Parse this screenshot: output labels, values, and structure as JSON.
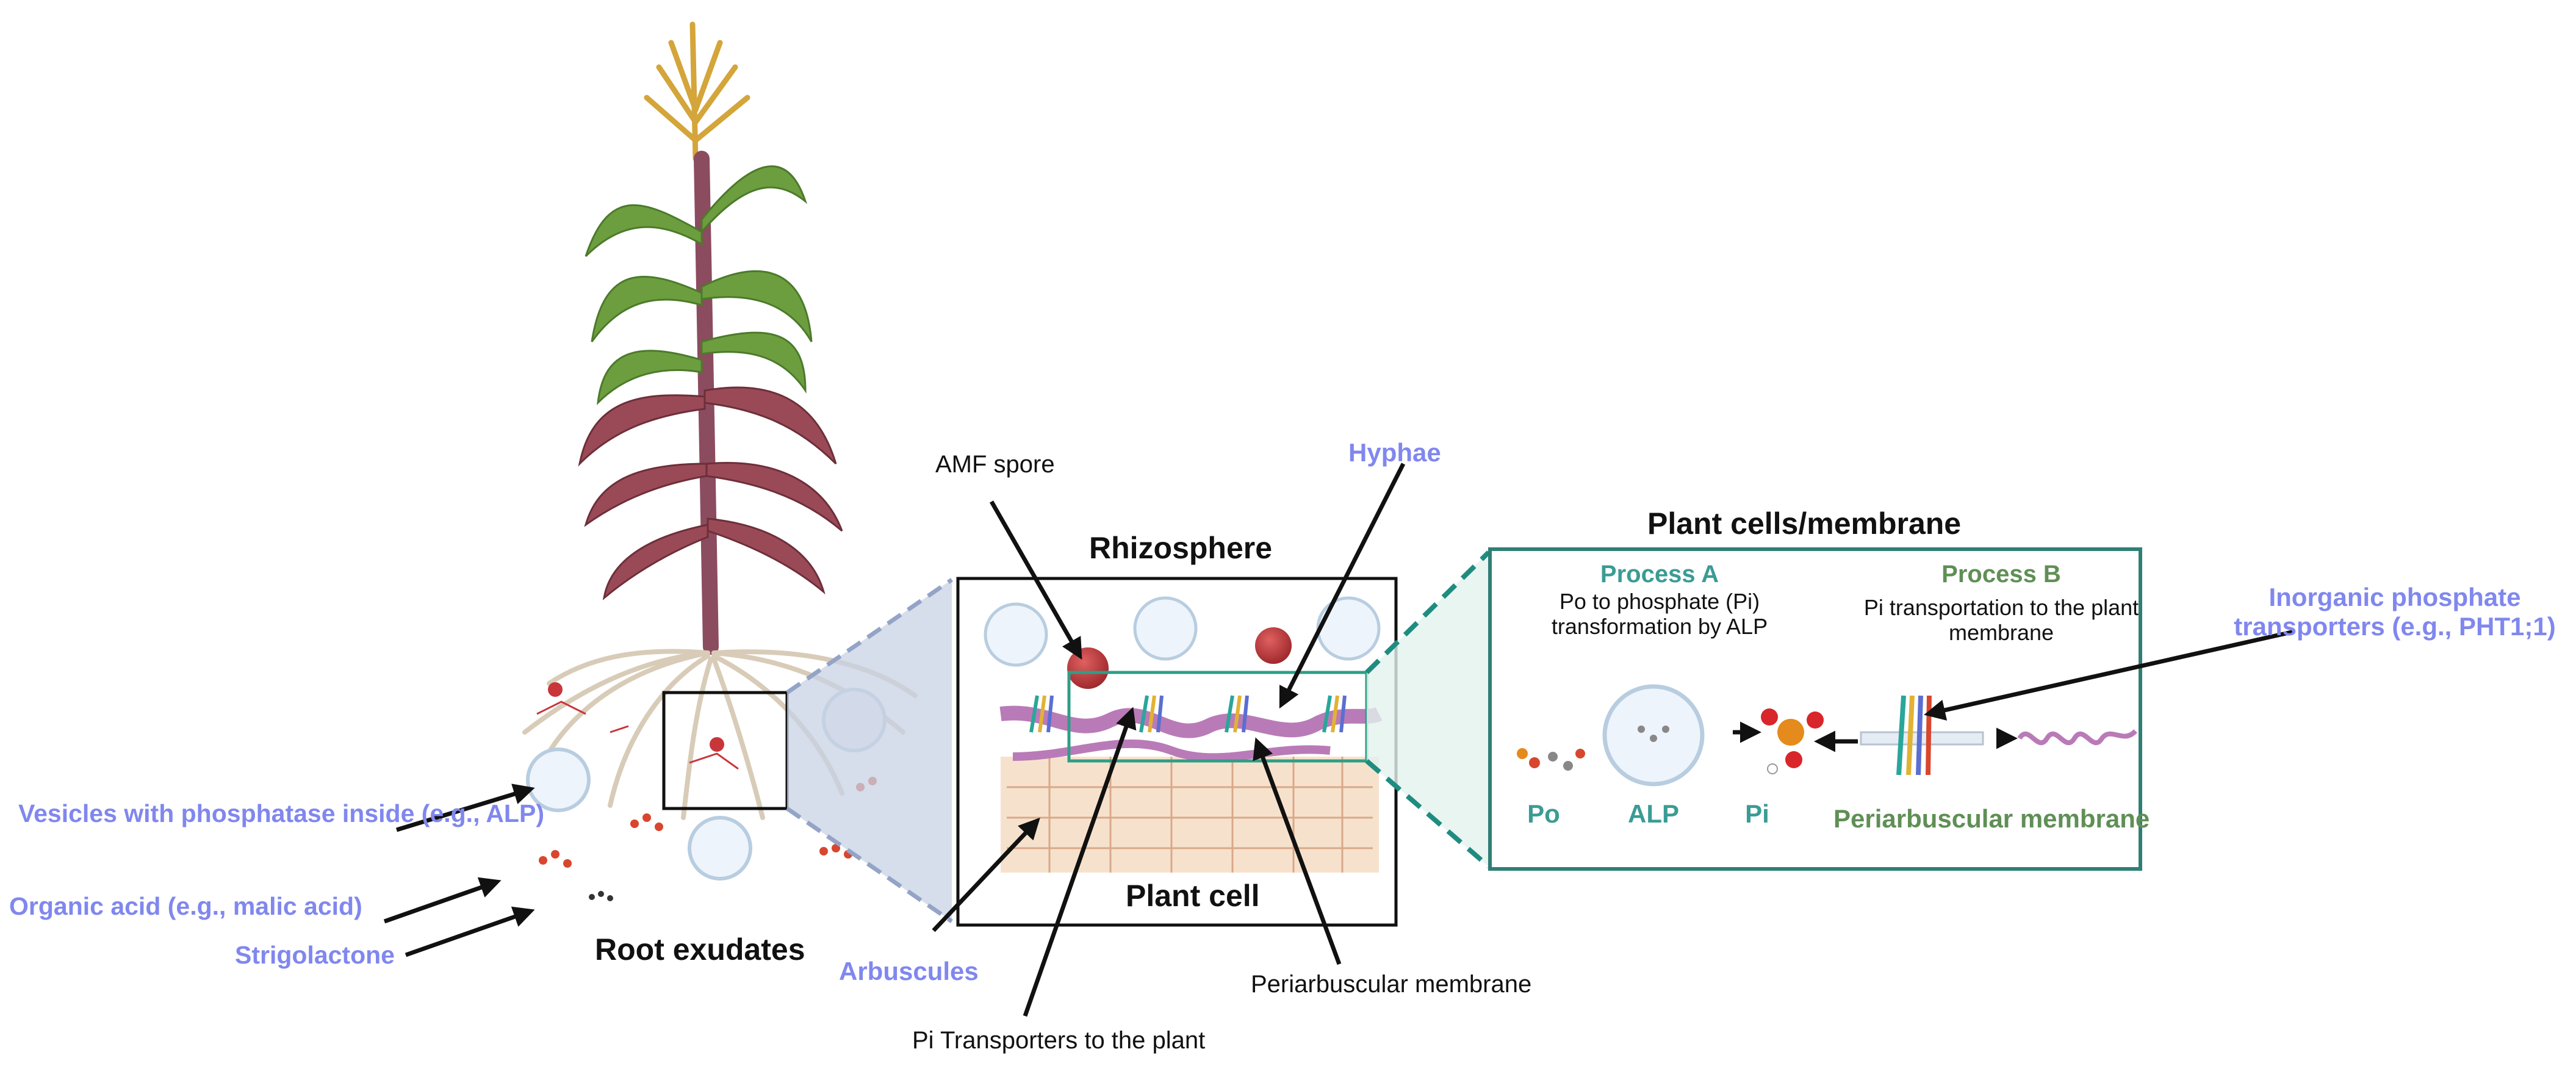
{
  "left_panel": {
    "vesicles_label": "Vesicles with phosphatase inside (e.g., ALP)",
    "organic_acid_label": "Organic acid (e.g., malic acid)",
    "strigolactone_label": "Strigolactone",
    "root_exudates_title": "Root exudates"
  },
  "middle_panel": {
    "amf_spore_label": "AMF spore",
    "hyphae_label": "Hyphae",
    "rhizosphere_title": "Rhizosphere",
    "plant_cell_title": "Plant cell",
    "arbuscules_label": "Arbuscules",
    "pi_transporters_label": "Pi Transporters to the plant",
    "periarbuscular_label": "Periarbuscular membrane"
  },
  "right_panel": {
    "title": "Plant cells/membrane",
    "process_a_title": "Process A",
    "process_a_desc": "Po to phosphate (Pi) transformation by ALP",
    "process_b_title": "Process B",
    "process_b_desc": "Pi transportation to the plant membrane",
    "po_label": "Po",
    "alp_label": "ALP",
    "pi_label": "Pi",
    "membrane_label": "Periarbuscular membrane",
    "inorganic_label": "Inorganic phosphate transporters (e.g., PHT1;1)"
  },
  "colors": {
    "label_blue": "#8087ee",
    "teal": "#3a9c94",
    "green": "#5f8f55",
    "stem": "#8b4c5f",
    "leaf": "#6c9e3f",
    "root": "#d8ccb8",
    "hyphae": "#b97bb8",
    "spore": "#c8363a"
  }
}
